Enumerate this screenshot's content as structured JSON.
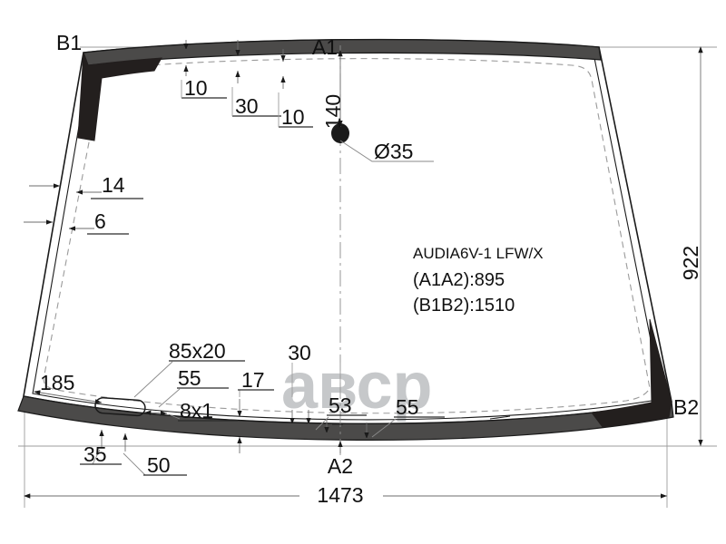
{
  "drawing": {
    "title_block": {
      "part_code": "AUDIA6V-1 LFW/X",
      "spec_a": "(A1A2):895",
      "spec_b": "(B1B2):1510"
    },
    "corner_labels": {
      "top_left": "B1",
      "top_center": "A1",
      "bottom_right": "B2",
      "bottom_center": "A2"
    },
    "overall": {
      "width": "1473",
      "height": "922"
    },
    "hole": {
      "diameter_label": "Ø35",
      "offset_from_top": "140"
    },
    "top_dims": {
      "d1": "10",
      "d2": "30",
      "d3": "10"
    },
    "left_dims": {
      "d1": "14",
      "d2": "6"
    },
    "bottom_dims": {
      "slot_size": "85x20",
      "edge_185": "185",
      "d_55_left": "55",
      "d_8x1": "8x1",
      "d_35": "35",
      "d_50": "50",
      "d_17": "17",
      "d_30": "30",
      "d_53": "53",
      "d_55_right": "55"
    },
    "watermark": "авср"
  }
}
